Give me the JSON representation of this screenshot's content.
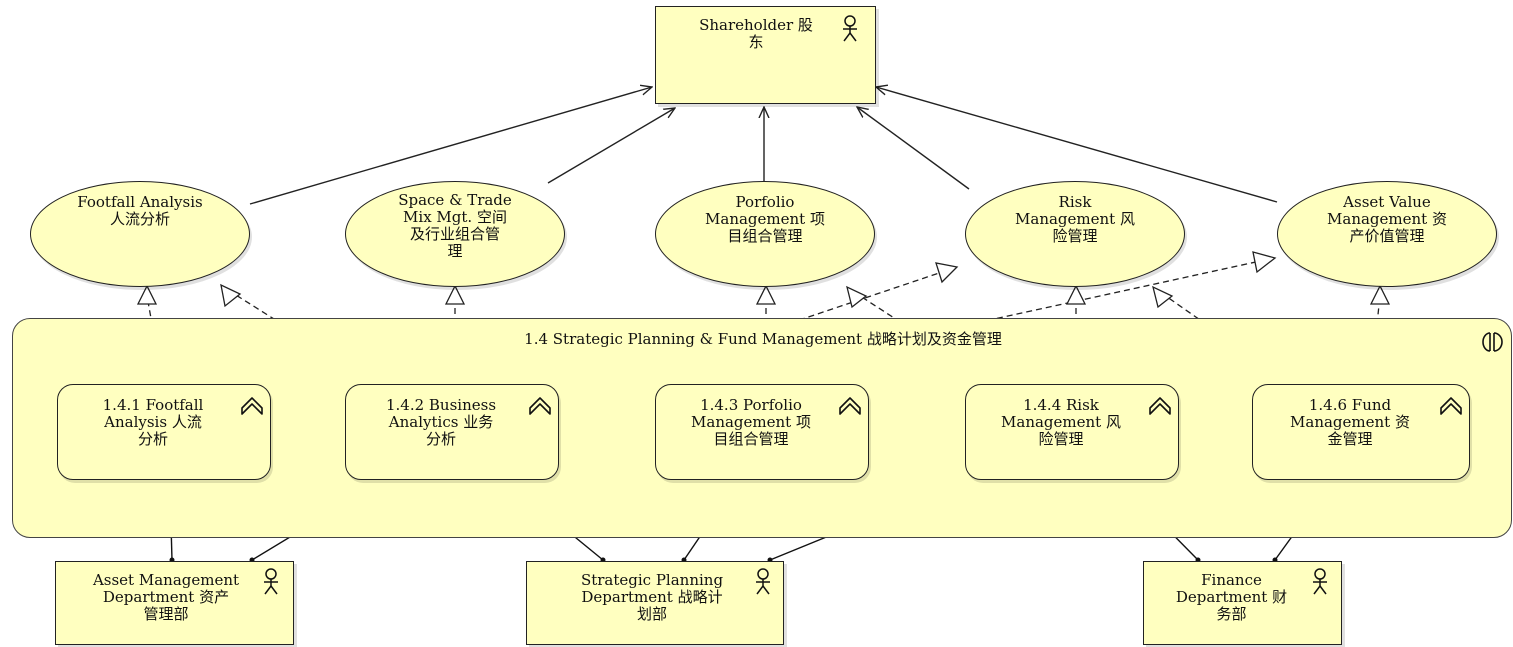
{
  "colors": {
    "fill": "#ffffc0",
    "stroke": "#222222"
  },
  "actors": {
    "shareholder": {
      "label": "Shareholder 股\n东",
      "icon": "actor-icon"
    },
    "asset_mgmt_dept": {
      "label": "Asset Management\nDepartment 资产\n管理部",
      "icon": "actor-icon"
    },
    "strategic_planning_dept": {
      "label": "Strategic Planning\nDepartment 战略计\n划部",
      "icon": "actor-icon"
    },
    "finance_dept": {
      "label": "Finance\nDepartment 财\n务部",
      "icon": "actor-icon"
    }
  },
  "goals": [
    {
      "label": "Footfall Analysis\n人流分析"
    },
    {
      "label": "Space & Trade\nMix Mgt. 空间\n及行业组合管\n理"
    },
    {
      "label": "Porfolio\nManagement 项\n目组合管理"
    },
    {
      "label": "Risk\nManagement 风\n险管理"
    },
    {
      "label": "Asset Value\nManagement 资\n产价值管理"
    }
  ],
  "group": {
    "label": "1.4 Strategic Planning & Fund Management 战略计划及资金管理",
    "icon": "component-icon"
  },
  "services": [
    {
      "label": "1.4.1 Footfall\nAnalysis 人流\n分析",
      "icon": "service-icon"
    },
    {
      "label": "1.4.2 Business\nAnalytics 业务\n分析",
      "icon": "service-icon"
    },
    {
      "label": "1.4.3 Porfolio\nManagement 项\n目组合管理",
      "icon": "service-icon"
    },
    {
      "label": "1.4.4 Risk\nManagement 风\n险管理",
      "icon": "service-icon"
    },
    {
      "label": "1.4.6 Fund\nManagement 资\n金管理",
      "icon": "service-icon"
    }
  ]
}
